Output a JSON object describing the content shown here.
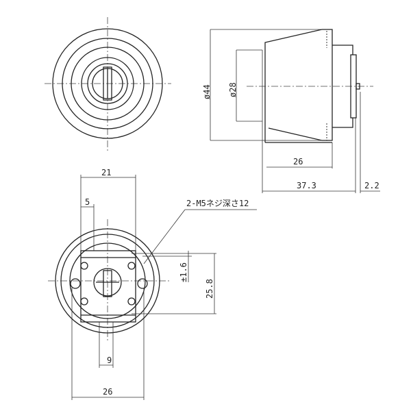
{
  "front_view": {
    "title": "front view of cylinder"
  },
  "side_view": {
    "dim_outer_diameter": "ø44",
    "dim_inner_diameter": "ø28",
    "dim_body_length": "26",
    "dim_total_length": "37.3",
    "dim_plate_thickness": "2.2"
  },
  "back_view": {
    "dim_width_top": "21",
    "dim_offset": "5",
    "screw_note": "2-M5ネジ深さ12",
    "dim_tolerance": "±1.6",
    "dim_screw_pitch": "25.8",
    "dim_slot_width": "9",
    "dim_width_bottom": "26"
  }
}
